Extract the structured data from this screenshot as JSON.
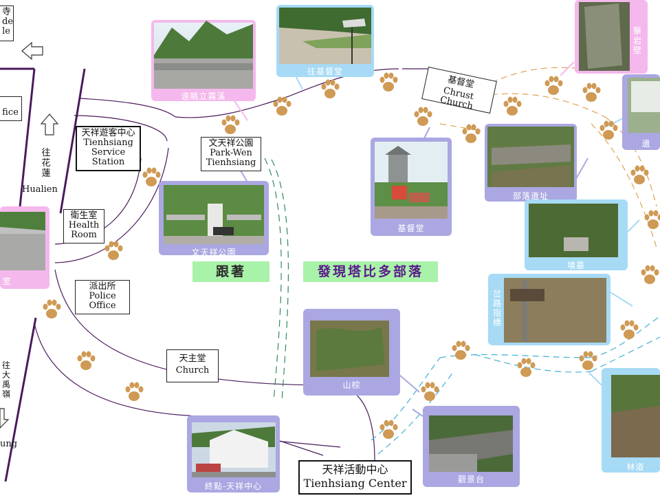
{
  "colors": {
    "pink": "#f4b8ec",
    "blue": "#a6daf5",
    "purple": "#aaa7e2",
    "paw": "#cf9a55",
    "path": "#4a1a5c",
    "banner": "#a9f2a9",
    "green_trail": "#2e8b57",
    "blue_trail": "#3fb0d0"
  },
  "labels": {
    "visitor_center": [
      "天祥遊客中心",
      "Tienhsiang",
      "Service",
      "Station"
    ],
    "park_wen": [
      "文天祥公園",
      "Park-Wen",
      "Tienhsiang"
    ],
    "health_room": [
      "衛生室",
      "Health",
      "Room"
    ],
    "police": [
      "派出所",
      "Police",
      "Office"
    ],
    "church_catholic": [
      "天主堂",
      "Church"
    ],
    "activity_center": [
      "天祥活動中心",
      "Tienhsiang Center"
    ],
    "christ_church": [
      "基督堂",
      "Chrust Church"
    ],
    "temple_partial": [
      "寺",
      "de",
      "le"
    ],
    "office_partial": [
      "fice"
    ],
    "to_hualien": [
      "往",
      "花",
      "蓮",
      "Hualien"
    ],
    "to_dayuling": [
      "往",
      "大",
      "禹",
      "嶺",
      "ung"
    ]
  },
  "banners": {
    "follow": "跟著",
    "discover": "發現塔比多部落"
  },
  "photos": {
    "yuanshan": "遠眺立霧溪",
    "to_church": "往基督堂",
    "christ_church": "基督堂",
    "park": "文天祥公園",
    "ruins": "部落遺址",
    "rock_wall": "擊岩壁",
    "sign_panel": "遺",
    "grave": "墳墓",
    "fork_sign": [
      "岔",
      "路",
      "指",
      "標"
    ],
    "mountain_palm": "山棕",
    "viewing_deck": "觀景台",
    "end_center": "終點-天祥中心",
    "forest_path": "林道",
    "left_station": "室"
  }
}
